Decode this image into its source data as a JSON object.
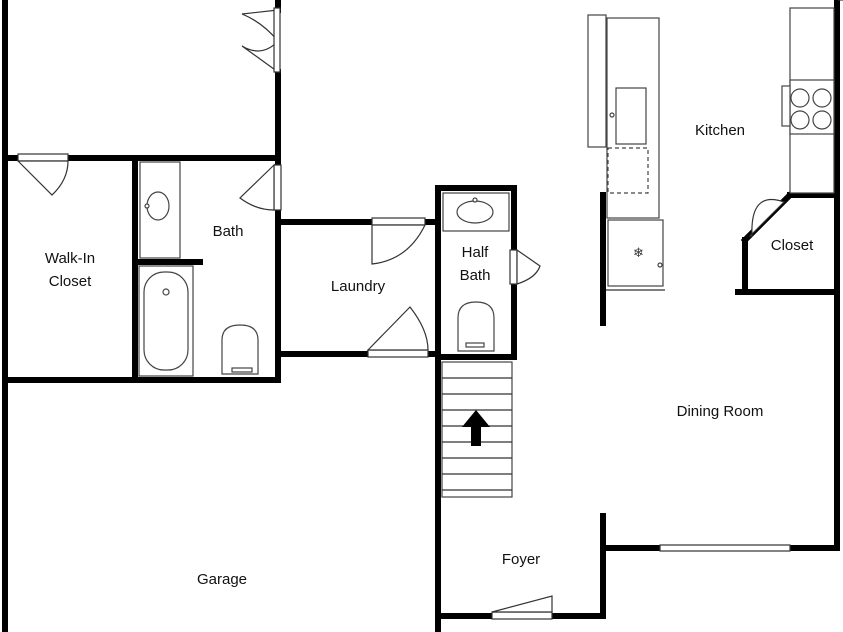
{
  "rooms": {
    "walk_in_closet": [
      "Walk-In",
      "Closet"
    ],
    "bath": "Bath",
    "laundry": "Laundry",
    "half_bath": [
      "Half",
      "Bath"
    ],
    "kitchen": "Kitchen",
    "closet": "Closet",
    "dining_room": "Dining Room",
    "foyer": "Foyer",
    "garage": "Garage"
  },
  "icons": {
    "stair_arrow": "up-arrow-icon",
    "freezer": "snowflake-icon"
  }
}
